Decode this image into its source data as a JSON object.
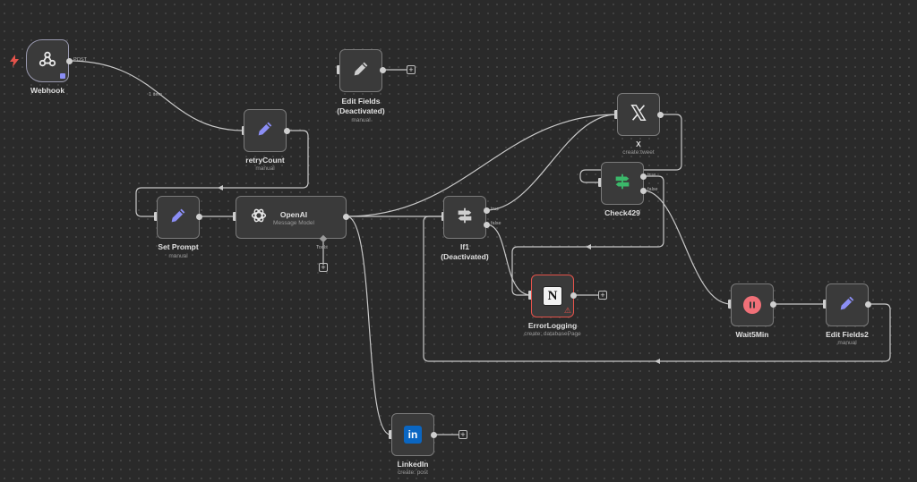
{
  "nodes": {
    "webhook": {
      "title": "Webhook",
      "method": "POST"
    },
    "edit_fields": {
      "title_line1": "Edit Fields",
      "title_line2": "(Deactivated)",
      "subtitle": "manual"
    },
    "retry_count": {
      "title": "retryCount",
      "subtitle": "manual"
    },
    "set_prompt": {
      "title": "Set Prompt",
      "subtitle": "manual"
    },
    "openai": {
      "title": "OpenAI",
      "subtitle": "Message Model",
      "tools_label": "Tools"
    },
    "if1": {
      "title_line1": "If1",
      "title_line2": "(Deactivated)",
      "true_label": "true",
      "false_label": "false"
    },
    "x": {
      "title": "X",
      "subtitle": "create:tweet"
    },
    "check429": {
      "title": "Check429",
      "true_label": "true",
      "false_label": "false"
    },
    "error_logging": {
      "title": "ErrorLogging",
      "subtitle": "create: databasePage"
    },
    "wait5min": {
      "title": "Wait5Min"
    },
    "edit_fields2": {
      "title": "Edit Fields2",
      "subtitle": "manual"
    },
    "linkedin": {
      "title": "LinkedIn",
      "subtitle": "create: post"
    }
  },
  "edges": {
    "webhook_retry_label": "1 item"
  },
  "icons": {
    "trigger": "lightning-bolt-icon",
    "webhook": "webhook-icon",
    "edit": "pencil-icon",
    "openai": "openai-icon",
    "if": "signpost-icon",
    "x": "x-logo-icon",
    "notion": "notion-icon",
    "wait": "pause-icon",
    "linkedin": "linkedin-icon",
    "warning": "warning-icon"
  },
  "colors": {
    "canvas": "#2a2a2a",
    "node_bg": "#3a3a3a",
    "edge": "#c8c8c8",
    "pencil": "#8b8ef5",
    "signpost_green": "#3bb86a",
    "pause_red": "#f07078",
    "linkedin_blue": "#0a66c2",
    "error_red": "#e5534b"
  }
}
